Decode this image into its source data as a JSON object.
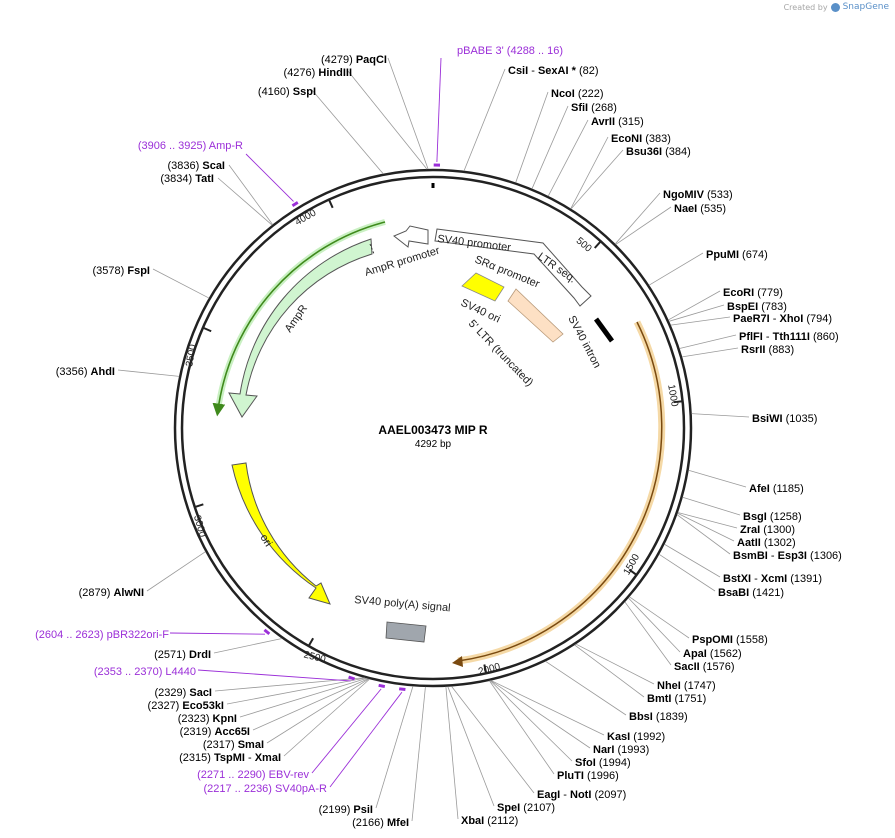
{
  "credit": {
    "created_by": "Created by",
    "brand": "SnapGene"
  },
  "plasmid": {
    "name": "AAEL003473 MIP R",
    "length_label": "4292 bp",
    "length": 4292
  },
  "ticks": [
    "500",
    "1000",
    "1500",
    "2000",
    "2500",
    "3000",
    "3500",
    "4000"
  ],
  "enzymes": [
    {
      "pos": "(4279)",
      "names": [
        "PaqCI"
      ]
    },
    {
      "pos": "(4276)",
      "names": [
        "HindIII"
      ]
    },
    {
      "pos": "(4160)",
      "names": [
        "SspI"
      ]
    },
    {
      "pos": "(82)",
      "names": [
        "CsiI",
        "SexAI *"
      ]
    },
    {
      "pos": "(222)",
      "names": [
        "NcoI"
      ]
    },
    {
      "pos": "(268)",
      "names": [
        "SfiI"
      ]
    },
    {
      "pos": "(315)",
      "names": [
        "AvrII"
      ]
    },
    {
      "pos": "(383)",
      "names": [
        "EcoNI"
      ]
    },
    {
      "pos": "(384)",
      "names": [
        "Bsu36I"
      ]
    },
    {
      "pos": "(533)",
      "names": [
        "NgoMIV"
      ]
    },
    {
      "pos": "(535)",
      "names": [
        "NaeI"
      ]
    },
    {
      "pos": "(674)",
      "names": [
        "PpuMI"
      ]
    },
    {
      "pos": "(779)",
      "names": [
        "EcoRI"
      ]
    },
    {
      "pos": "(783)",
      "names": [
        "BspEI"
      ]
    },
    {
      "pos": "(794)",
      "names": [
        "PaeR7I",
        "XhoI"
      ]
    },
    {
      "pos": "(860)",
      "names": [
        "PflFI",
        "Tth111I"
      ]
    },
    {
      "pos": "(883)",
      "names": [
        "RsrII"
      ]
    },
    {
      "pos": "(1035)",
      "names": [
        "BsiWI"
      ]
    },
    {
      "pos": "(1185)",
      "names": [
        "AfeI"
      ]
    },
    {
      "pos": "(1258)",
      "names": [
        "BsgI"
      ]
    },
    {
      "pos": "(1300)",
      "names": [
        "ZraI"
      ]
    },
    {
      "pos": "(1302)",
      "names": [
        "AatII"
      ]
    },
    {
      "pos": "(1306)",
      "names": [
        "BsmBI",
        "Esp3I"
      ]
    },
    {
      "pos": "(1391)",
      "names": [
        "BstXI",
        "XcmI"
      ]
    },
    {
      "pos": "(1421)",
      "names": [
        "BsaBI"
      ]
    },
    {
      "pos": "(1558)",
      "names": [
        "PspOMI"
      ]
    },
    {
      "pos": "(1562)",
      "names": [
        "ApaI"
      ]
    },
    {
      "pos": "(1576)",
      "names": [
        "SacII"
      ]
    },
    {
      "pos": "(1747)",
      "names": [
        "NheI"
      ]
    },
    {
      "pos": "(1751)",
      "names": [
        "BmtI"
      ]
    },
    {
      "pos": "(1839)",
      "names": [
        "BbsI"
      ]
    },
    {
      "pos": "(1992)",
      "names": [
        "KasI"
      ]
    },
    {
      "pos": "(1993)",
      "names": [
        "NarI"
      ]
    },
    {
      "pos": "(1994)",
      "names": [
        "SfoI"
      ]
    },
    {
      "pos": "(1996)",
      "names": [
        "PluTI"
      ]
    },
    {
      "pos": "(2097)",
      "names": [
        "EagI",
        "NotI"
      ]
    },
    {
      "pos": "(2107)",
      "names": [
        "SpeI"
      ]
    },
    {
      "pos": "(2112)",
      "names": [
        "XbaI"
      ]
    },
    {
      "pos": "(2166)",
      "names": [
        "MfeI"
      ]
    },
    {
      "pos": "(2199)",
      "names": [
        "PsiI"
      ]
    },
    {
      "pos": "(2315)",
      "names": [
        "TspMI",
        "XmaI"
      ]
    },
    {
      "pos": "(2317)",
      "names": [
        "SmaI"
      ]
    },
    {
      "pos": "(2319)",
      "names": [
        "Acc65I"
      ]
    },
    {
      "pos": "(2323)",
      "names": [
        "KpnI"
      ]
    },
    {
      "pos": "(2327)",
      "names": [
        "Eco53kI"
      ]
    },
    {
      "pos": "(2329)",
      "names": [
        "SacI"
      ]
    },
    {
      "pos": "(2571)",
      "names": [
        "DrdI"
      ]
    },
    {
      "pos": "(2879)",
      "names": [
        "AlwNI"
      ]
    },
    {
      "pos": "(3356)",
      "names": [
        "AhdI"
      ]
    },
    {
      "pos": "(3578)",
      "names": [
        "FspI"
      ]
    },
    {
      "pos": "(3834)",
      "names": [
        "TatI"
      ]
    },
    {
      "pos": "(3836)",
      "names": [
        "ScaI"
      ]
    }
  ],
  "primers": [
    {
      "name": "pBABE 3'",
      "range": "(4288 .. 16)"
    },
    {
      "name": "Amp-R",
      "range": "(3906 .. 3925)"
    },
    {
      "name": "pBR322ori-F",
      "range": "(2604 .. 2623)"
    },
    {
      "name": "L4440",
      "range": "(2353 .. 2370)"
    },
    {
      "name": "EBV-rev",
      "range": "(2271 .. 2290)"
    },
    {
      "name": "SV40pA-R",
      "range": "(2217 .. 2236)"
    }
  ],
  "features": [
    {
      "name": "SV40 promoter",
      "color": "#ffffff"
    },
    {
      "name": "LTR seq.",
      "color": "#ffffff"
    },
    {
      "name": "SRα promoter",
      "color": "#ffffff"
    },
    {
      "name": "SV40 ori",
      "color": "#ffff00"
    },
    {
      "name": "5' LTR (truncated)",
      "color": "#fde0c4"
    },
    {
      "name": "SV40 intron",
      "color": "#000000"
    },
    {
      "name": "AmpR promoter",
      "color": "#d0f5d0"
    },
    {
      "name": "AmpR",
      "color": "#d0f5d0"
    },
    {
      "name": "ori",
      "color": "#ffff00"
    },
    {
      "name": "SV40 poly(A) signal",
      "color": "#a0a6ad"
    }
  ],
  "colors": {
    "primer": "#9b2fd8",
    "orf_outline": "#e2a240",
    "ampr_outline": "#3f8a1c"
  }
}
